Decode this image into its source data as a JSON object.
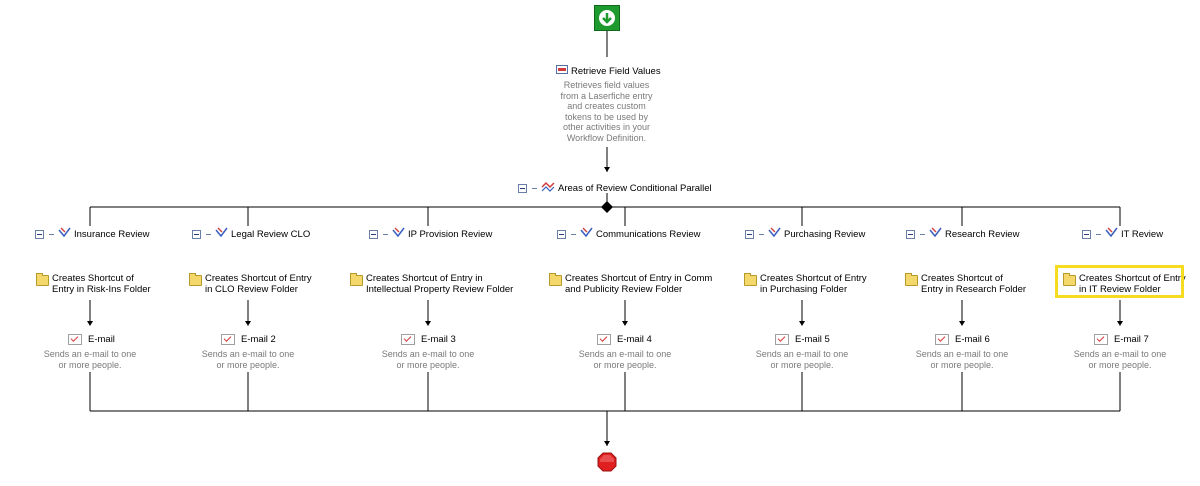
{
  "retrieve": {
    "title": "Retrieve Field Values",
    "desc": [
      "Retrieves field values",
      "from a Laserfiche entry",
      "and creates custom",
      "tokens to be used by",
      "other activities in your",
      "Workflow Definition."
    ]
  },
  "parallel": {
    "title": "Areas of Review Conditional Parallel"
  },
  "branches": [
    {
      "title": "Insurance Review",
      "shortcut": [
        "Creates Shortcut of",
        "Entry in Risk-Ins Folder"
      ],
      "email": "E-mail",
      "email_desc": [
        "Sends an e-mail to one",
        "or more people."
      ]
    },
    {
      "title": "Legal Review CLO",
      "shortcut": [
        "Creates Shortcut of Entry",
        "in CLO Review Folder"
      ],
      "email": "E-mail 2",
      "email_desc": [
        "Sends an e-mail to one",
        "or more people."
      ]
    },
    {
      "title": "IP Provision Review",
      "shortcut": [
        "Creates Shortcut of Entry in",
        "Intellectual Property Review Folder"
      ],
      "email": "E-mail 3",
      "email_desc": [
        "Sends an e-mail to one",
        "or more people."
      ]
    },
    {
      "title": "Communications Review",
      "shortcut": [
        "Creates Shortcut of Entry in Comm",
        "and Publicity Review Folder"
      ],
      "email": "E-mail 4",
      "email_desc": [
        "Sends an e-mail to one",
        "or more people."
      ]
    },
    {
      "title": "Purchasing Review",
      "shortcut": [
        "Creates Shortcut of Entry",
        "in Purchasing Folder"
      ],
      "email": "E-mail 5",
      "email_desc": [
        "Sends an e-mail to one",
        "or more people."
      ]
    },
    {
      "title": "Research Review",
      "shortcut": [
        "Creates Shortcut of",
        "Entry in Research Folder"
      ],
      "email": "E-mail 6",
      "email_desc": [
        "Sends an e-mail to one",
        "or more people."
      ]
    },
    {
      "title": "IT Review",
      "shortcut": [
        "Creates Shortcut of Entry",
        "in IT Review Folder"
      ],
      "email": "E-mail 7",
      "email_desc": [
        "Sends an e-mail to one",
        "or more people."
      ]
    }
  ],
  "colors": {
    "start": "#1e9a2e",
    "end": "#e02020",
    "highlight": "#f5dc1e",
    "desc_text": "#7a7a7a"
  }
}
